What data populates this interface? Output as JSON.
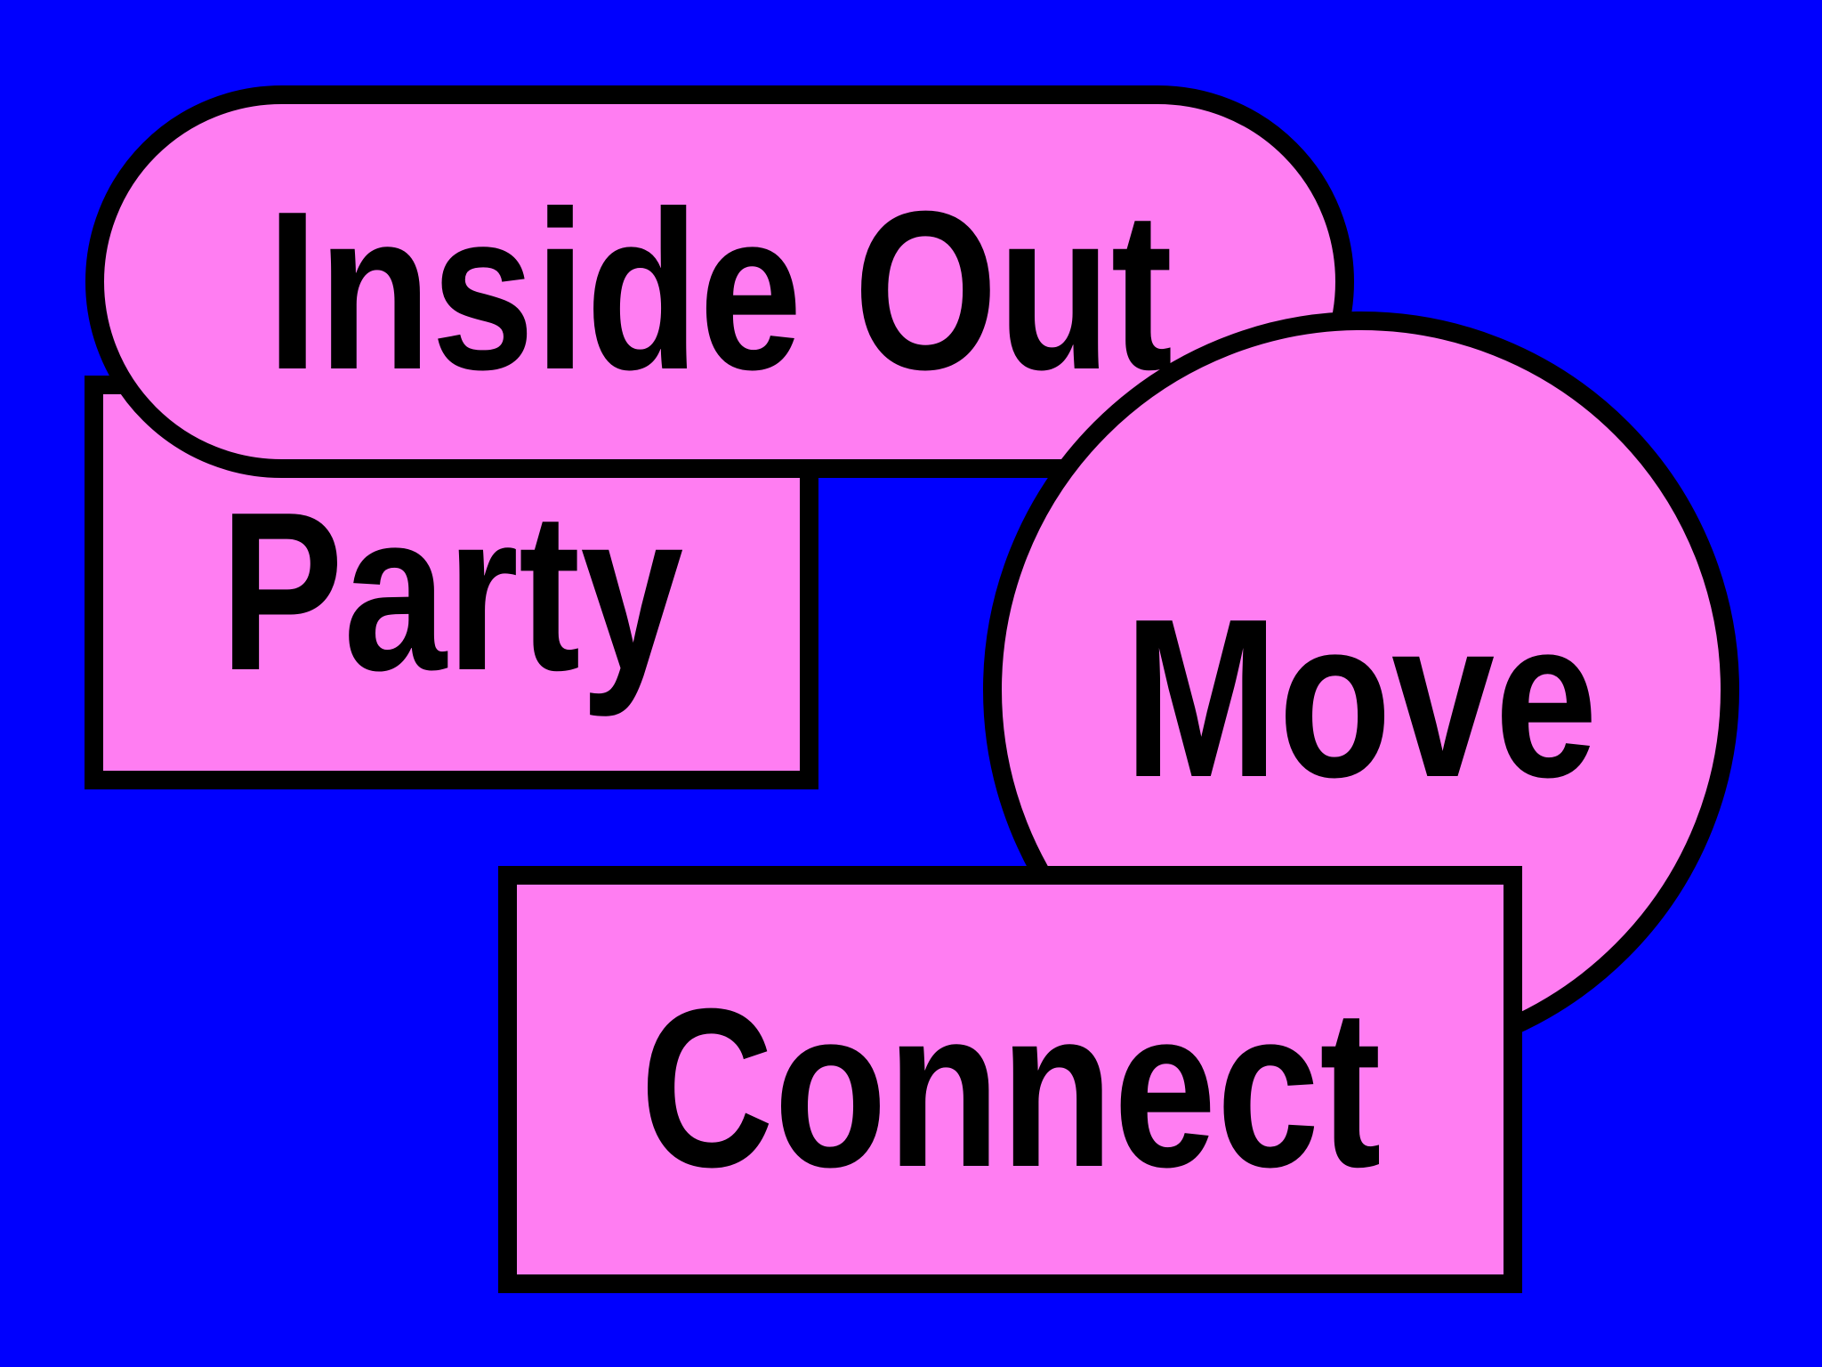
{
  "colors": {
    "background": "#0000fe",
    "shape_fill": "#ff7df2",
    "outline": "#000000"
  },
  "shapes": {
    "inside_out": {
      "label": "Inside Out",
      "shape": "pill"
    },
    "party": {
      "label": "Party",
      "shape": "rectangle"
    },
    "move": {
      "label": "Move",
      "shape": "circle"
    },
    "connect": {
      "label": "Connect",
      "shape": "rectangle"
    }
  }
}
